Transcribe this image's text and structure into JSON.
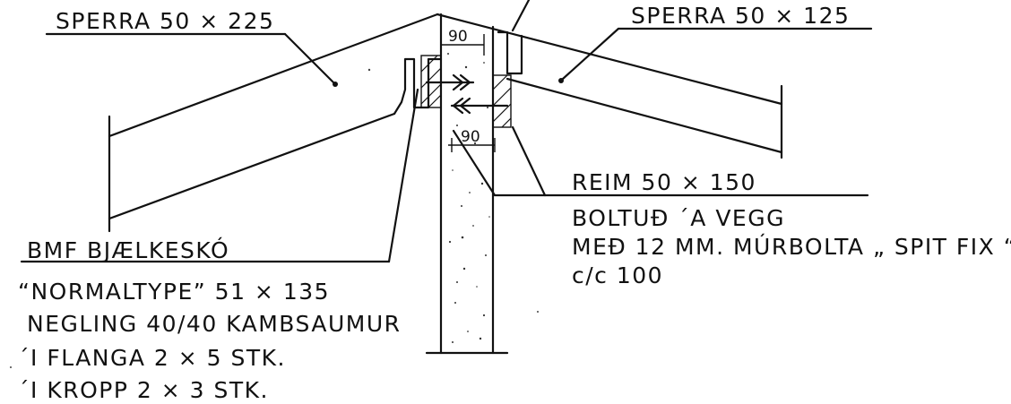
{
  "labels": {
    "rafter_left": "SPERRA  50 × 225",
    "rafter_right": "SPERRA  50 × 125",
    "ledger": "REIM   50  ×  150",
    "ledger_fix_1": "BOLTUÐ  ´A  VEGG",
    "ledger_fix_2": "MEÐ  12 MM. MÚRBOLTA „ SPIT FIX “",
    "ledger_spacing": "c/c  100",
    "hanger_title": "BMF   BJÆLKESKÓ",
    "hanger_type": "“NORMALTYPE”   51 × 135",
    "nailing": "NEGLING  40/40  KAMBSAUMUR",
    "flange": "´I  FLANGA   2  ×  5  STK.",
    "body": "´I  KROPP     2  ×  3  STK."
  },
  "dimensions": {
    "top": "90",
    "bottom": "90"
  },
  "colors": {
    "ink": "#111111",
    "paper": "#ffffff"
  }
}
